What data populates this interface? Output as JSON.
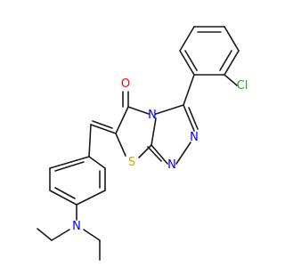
{
  "atoms": {
    "oxygen": {
      "symbol": "O",
      "color": "#ff0000"
    },
    "chlorine": {
      "symbol": "Cl",
      "color": "#22aa22"
    },
    "sulfur": {
      "symbol": "S",
      "color": "#c8a800"
    },
    "nitrogen_bridge": {
      "symbol": "N",
      "color": "#0000ff"
    },
    "nitrogen_triazole_1": {
      "symbol": "N",
      "color": "#0000ff"
    },
    "nitrogen_triazole_2": {
      "symbol": "N",
      "color": "#0000ff"
    },
    "nitrogen_amine": {
      "symbol": "N",
      "color": "#0000ff"
    }
  },
  "bond_color": "#1a1a1a",
  "background": "#ffffff"
}
